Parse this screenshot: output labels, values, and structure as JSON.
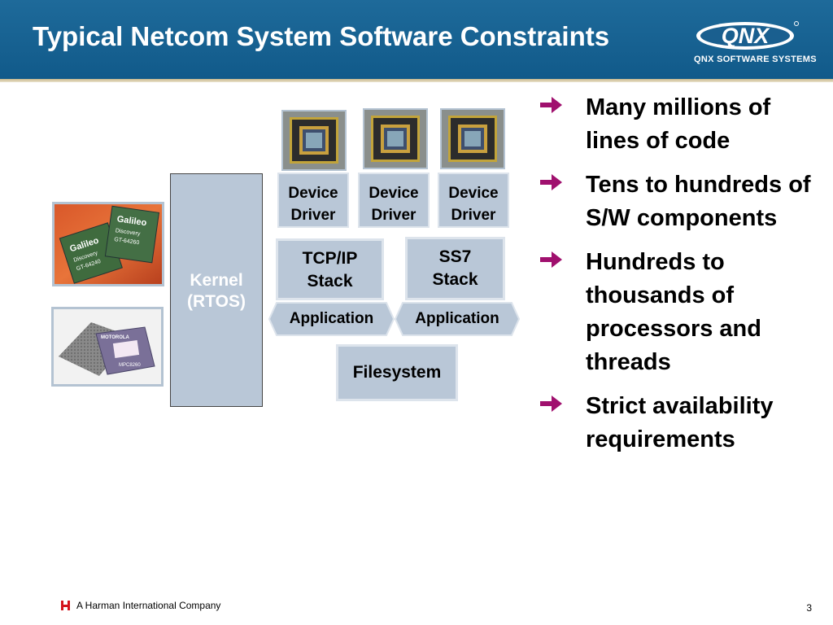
{
  "header": {
    "title": "Typical Netcom System Software Constraints",
    "logo_text": "QNX",
    "logo_subtext": "QNX SOFTWARE SYSTEMS"
  },
  "photos": {
    "galileo_label_1": "Galileo",
    "galileo_label_2": "Discovery",
    "galileo_part_1": "GT-64240",
    "galileo_part_2": "GT-64260",
    "moto_brand": "MOTOROLA",
    "moto_part": "MPC8260"
  },
  "diagram": {
    "kernel_line1": "Kernel",
    "kernel_line2": "(RTOS)",
    "device_drivers": [
      {
        "line1": "Device",
        "line2": "Driver"
      },
      {
        "line1": "Device",
        "line2": "Driver"
      },
      {
        "line1": "Device",
        "line2": "Driver"
      }
    ],
    "stacks": [
      {
        "line1": "TCP/IP",
        "line2": "Stack"
      },
      {
        "line1": "SS7",
        "line2": "Stack"
      }
    ],
    "applications": [
      "Application",
      "Application"
    ],
    "filesystem": "Filesystem"
  },
  "bullets": [
    "Many millions of lines of code",
    "Tens to hundreds of S/W components",
    "Hundreds to thousands of processors and threads",
    "Strict availability requirements"
  ],
  "colors": {
    "header_bg": "#1e6a9a",
    "box_fill": "#b9c7d7",
    "bullet_arrow": "#a0106e"
  },
  "footer": {
    "company": "A Harman International Company",
    "page_number": "3"
  }
}
